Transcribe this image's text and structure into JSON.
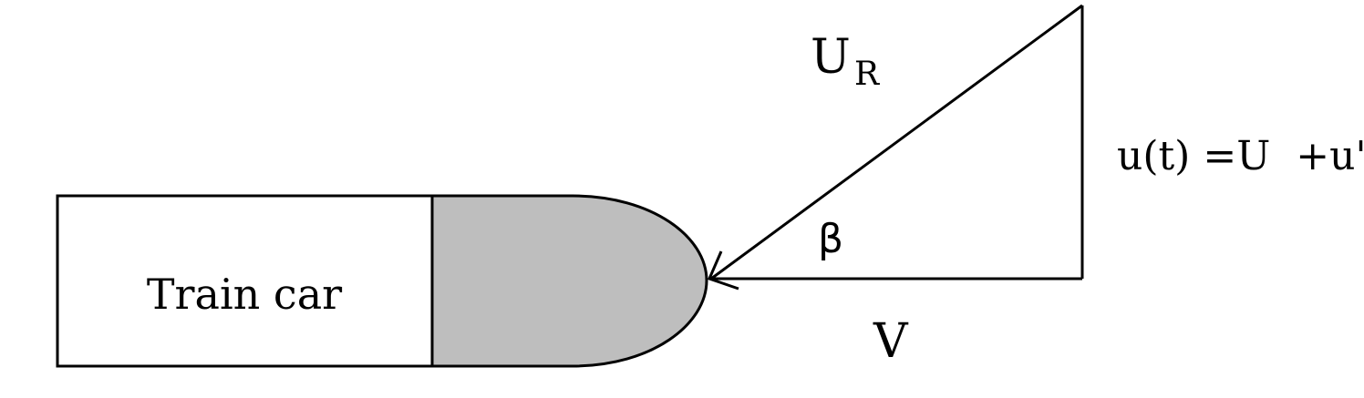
{
  "train": {
    "label": "Train car",
    "nose_fill": "#bebebe",
    "body_fill": "#ffffff",
    "stroke": "#000000"
  },
  "velocity_triangle": {
    "relative_velocity_symbol": "U",
    "relative_velocity_subscript": "R",
    "train_velocity_label": "V",
    "angle_label": "β",
    "wind_equation": "u(t) =U  +u'(t)"
  }
}
